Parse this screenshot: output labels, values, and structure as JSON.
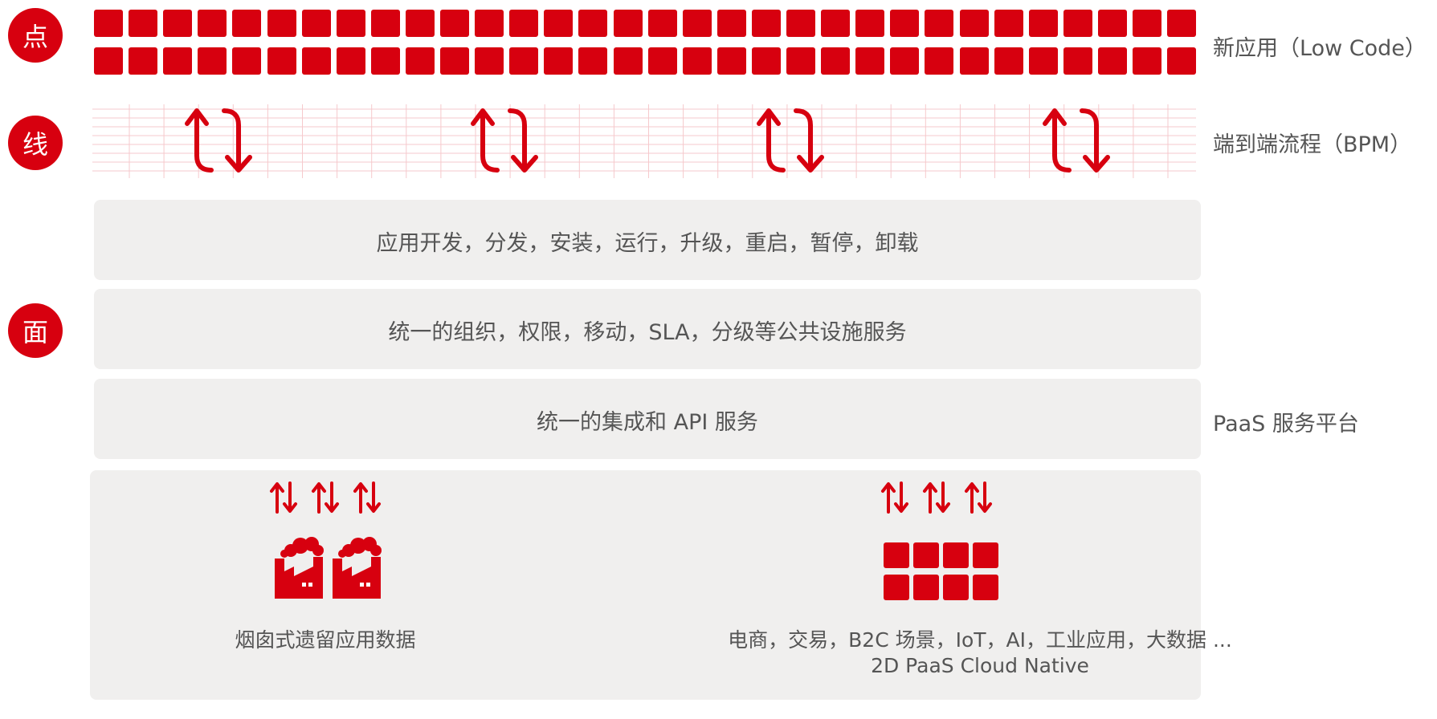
{
  "markers": {
    "point": "点",
    "line": "线",
    "surface": "面"
  },
  "labels": {
    "low_code": "新应用（Low Code）",
    "bpm": "端到端流程（BPM）",
    "paas": "PaaS 服务平台"
  },
  "bars": [
    "应用开发，分发，安装，运行，升级，重启，暂停，卸载",
    "统一的组织，权限，移动，SLA，分级等公共设施服务",
    "统一的集成和 API 服务"
  ],
  "bottom": {
    "legacy": "烟囱式遗留应用数据",
    "modern_line1": "电商，交易，B2C 场景，IoT，AI，工业应用，大数据 ...",
    "modern_line2": "2D PaaS  Cloud Native"
  },
  "colors": {
    "accent": "#d7000f",
    "panel": "#f0efee",
    "text": "#555555",
    "grid_line": "#f6c9cc"
  },
  "icons": {
    "flow": "cycle-arrows-icon",
    "sync": "up-down-arrows-icon",
    "factory": "factory-icon",
    "blocks": "block-grid-icon"
  }
}
